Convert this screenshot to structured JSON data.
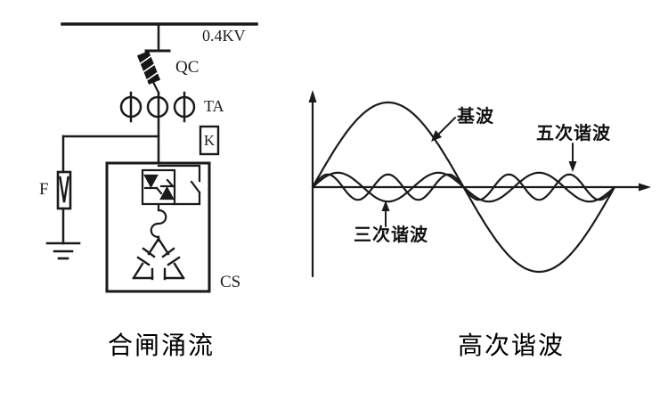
{
  "figure": {
    "background_color": "#ffffff",
    "line_color": "#1a1a1a"
  },
  "left_panel": {
    "caption": "合闸涌流",
    "labels": {
      "busbar_voltage": "0.4KV",
      "breaker": "QC",
      "current_transformer": "TA",
      "relay": "K",
      "arrester": "F",
      "capacitor_cabinet": "CS"
    }
  },
  "right_panel": {
    "caption": "高次谐波"
  },
  "chart_data": {
    "type": "line",
    "title": "高次谐波",
    "xlabel": "",
    "ylabel": "",
    "grid": false,
    "legend_position": "arrow-annotations",
    "x_range_cycles": 1,
    "series": [
      {
        "name": "基波",
        "harmonic": 1,
        "relative_amplitude": 1.0
      },
      {
        "name": "三次谐波",
        "harmonic": 3,
        "relative_amplitude": 0.17
      },
      {
        "name": "五次谐波",
        "harmonic": 5,
        "relative_amplitude": 0.15
      }
    ]
  }
}
